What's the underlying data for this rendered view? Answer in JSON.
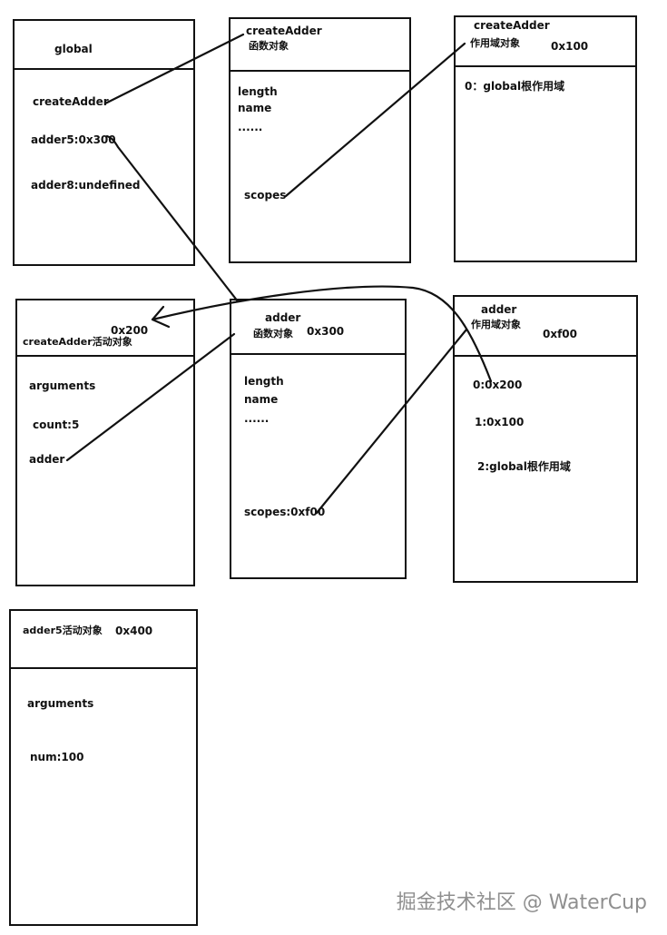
{
  "global": {
    "title": "global",
    "props": [
      "createAdder",
      "adder5:0x300",
      "adder8:undefined"
    ]
  },
  "createAdder_fn": {
    "title_line1": "createAdder",
    "title_line2": "函数对象",
    "props": [
      "length",
      "name",
      "......",
      "scopes"
    ]
  },
  "createAdder_scope": {
    "title_line1": "createAdder",
    "title_line2": "作用域对象",
    "address": "0x100",
    "items": [
      "0：global根作用域"
    ]
  },
  "createAdder_ao": {
    "title": "createAdder活动对象",
    "address": "0x200",
    "props": [
      "arguments",
      "count:5",
      "adder"
    ]
  },
  "adder_fn": {
    "title_line1": "adder",
    "title_line2": "函数对象",
    "address": "0x300",
    "props": [
      "length",
      "name",
      "......",
      "scopes:0xf00"
    ]
  },
  "adder_scope": {
    "title_line1": "adder",
    "title_line2": "作用域对象",
    "address": "0xf00",
    "items": [
      "0:0x200",
      "1:0x100",
      "2:global根作用域"
    ]
  },
  "adder5_ao": {
    "title": "adder5活动对象",
    "address": "0x400",
    "props": [
      "arguments",
      "num:100"
    ]
  },
  "watermark": "掘金技术社区 @ WaterCup"
}
